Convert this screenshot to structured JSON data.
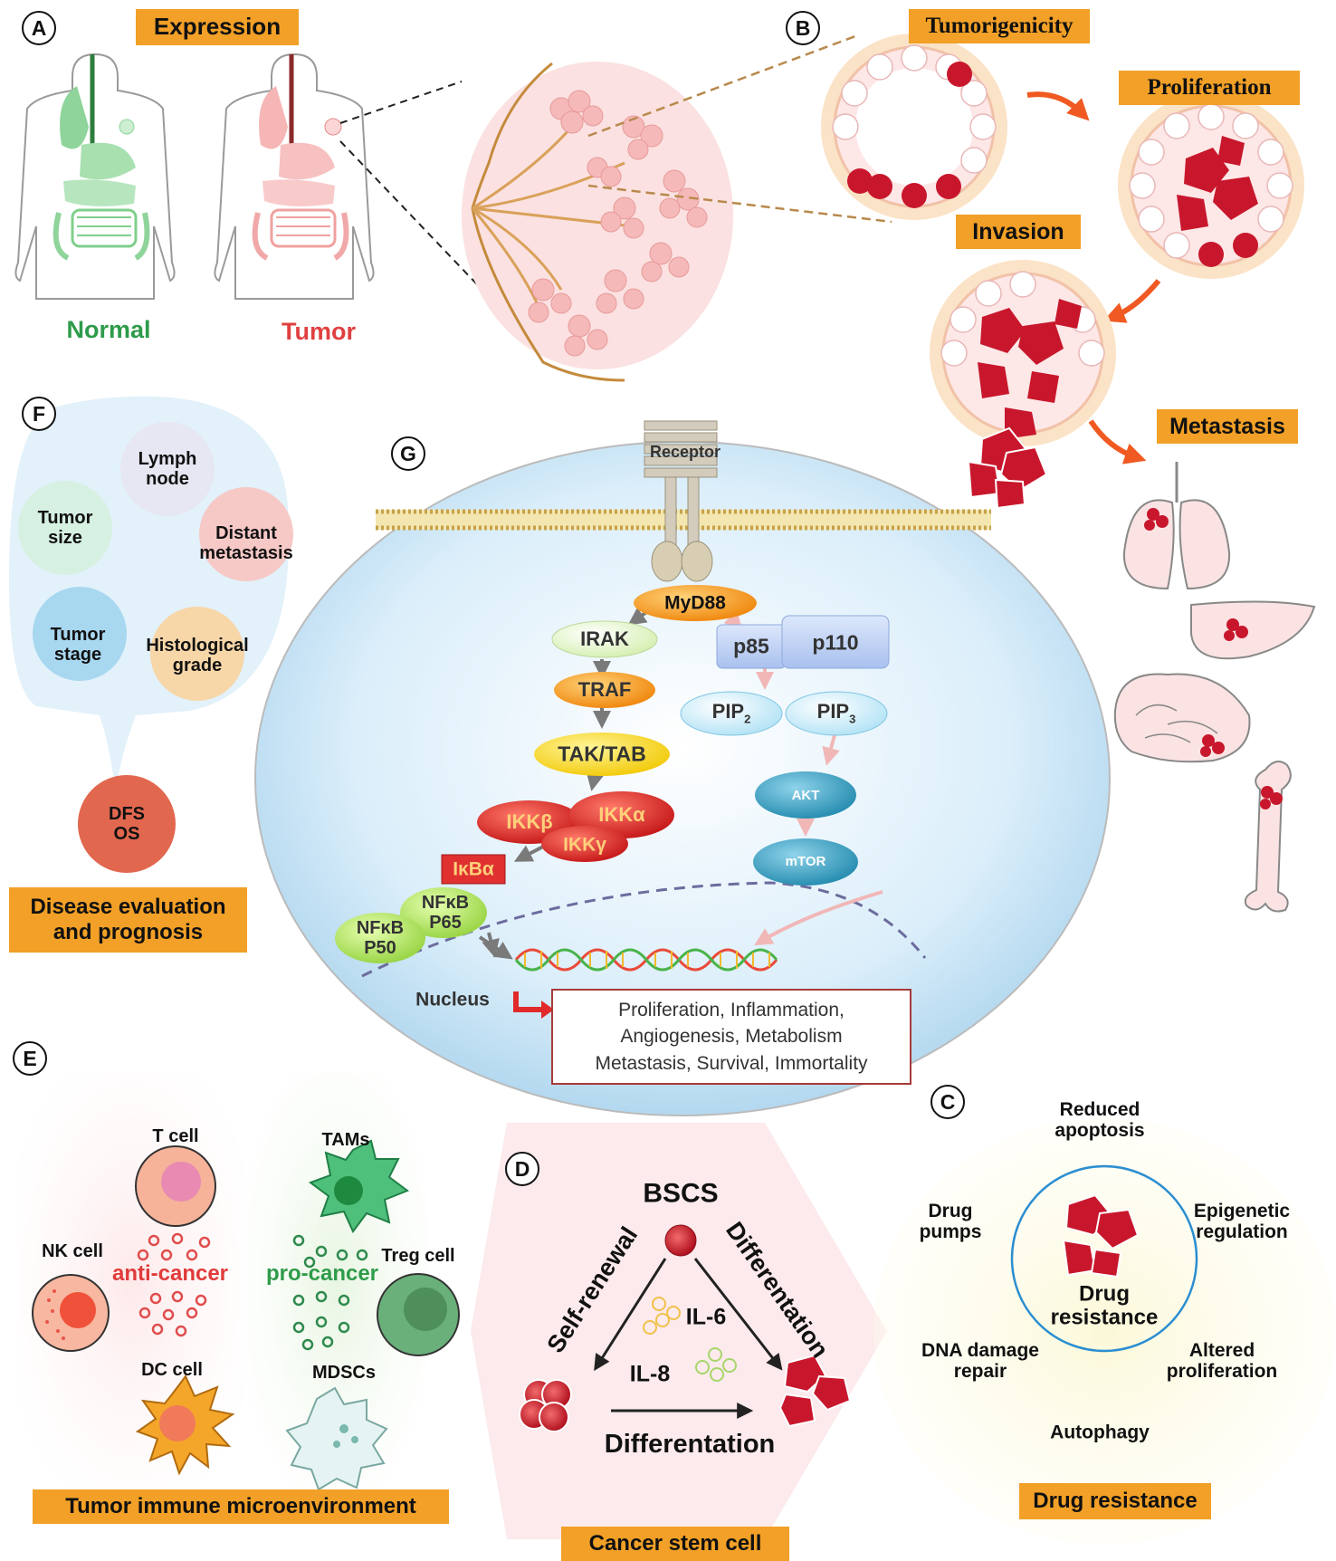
{
  "panels": {
    "A": {
      "letter": "A",
      "title": "Expression",
      "normal": "Normal",
      "tumor": "Tumor",
      "colors": {
        "normal": "#2e9b4a",
        "tumor": "#e04040"
      }
    },
    "B": {
      "letter": "B",
      "stages": [
        "Tumorigenicity",
        "Proliferation",
        "Invasion",
        "Metastasis"
      ]
    },
    "C": {
      "letter": "C",
      "center": "Drug\nresistance",
      "factors": {
        "reduced_apoptosis": "Reduced\napoptosis",
        "drug_pumps": "Drug\npumps",
        "epigenetic": "Epigenetic\nregulation",
        "dna_repair": "DNA damage\nrepair",
        "altered_proliferation": "Altered\nproliferation",
        "autophagy": "Autophagy"
      },
      "caption": "Drug resistance"
    },
    "D": {
      "letter": "D",
      "title": "BSCS",
      "self_renewal": "Self-renewal",
      "differentation_diag": "Differentation",
      "differentation_bottom": "Differentation",
      "il6": "IL-6",
      "il8": "IL-8",
      "caption": "Cancer stem cell"
    },
    "E": {
      "letter": "E",
      "t_cell": "T cell",
      "nk_cell": "NK cell",
      "dc_cell": "DC cell",
      "anti_cancer": "anti-cancer",
      "tams": "TAMs",
      "treg_cell": "Treg cell",
      "mdscs": "MDSCs",
      "pro_cancer": "pro-cancer",
      "caption": "Tumor immune microenvironment",
      "colors": {
        "anti": "#e03a3a",
        "pro": "#2e9b4a"
      }
    },
    "F": {
      "letter": "F",
      "factors": {
        "lymph_node": "Lymph\nnode",
        "tumor_size": "Tumor\nsize",
        "distant_metastasis": "Distant\nmetastasis",
        "tumor_stage": "Tumor\nstage",
        "histological_grade": "Histological\ngrade"
      },
      "outcome": "DFS\nOS",
      "caption": "Disease evaluation\nand prognosis"
    },
    "G": {
      "letter": "G",
      "receptor": "Receptor",
      "myd88": "MyD88",
      "irak": "IRAK",
      "traf": "TRAF",
      "tak_tab": "TAK/TAB",
      "ikkb": "IKKβ",
      "ikka": "IKKα",
      "ikkg": "IKKγ",
      "ikba": "IκBα",
      "nfkb_p65": "NFκB\nP65",
      "nfkb_p50": "NFκB\nP50",
      "p85": "p85",
      "p110": "p110",
      "pip2": "PIP",
      "pip2_sub": "2",
      "pip3": "PIP",
      "pip3_sub": "3",
      "akt": "AKT",
      "mtor": "mTOR",
      "nucleus": "Nucleus",
      "outcomes": "Proliferation, Inflammation,\nAngiogenesis, Metabolism\nMetastasis, Survival, Immortality"
    }
  }
}
